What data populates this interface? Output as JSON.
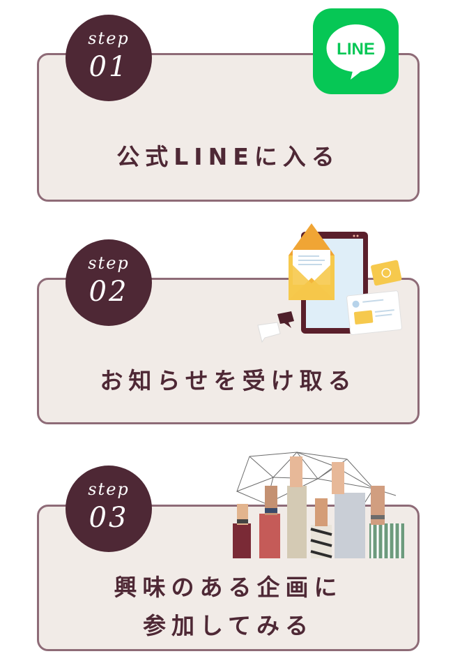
{
  "steps": [
    {
      "word": "step",
      "number": "01",
      "text": "公式LINEに入る"
    },
    {
      "word": "step",
      "number": "02",
      "text": "お知らせを受け取る"
    },
    {
      "word": "step",
      "number": "03",
      "text_line1": "興味のある企画に",
      "text_line2": "参加してみる"
    }
  ],
  "line_logo_text": "LINE",
  "colors": {
    "badge": "#4e2835",
    "card_bg": "#f1ebe7",
    "card_border": "#8e6b77",
    "line_green": "#06c755"
  }
}
